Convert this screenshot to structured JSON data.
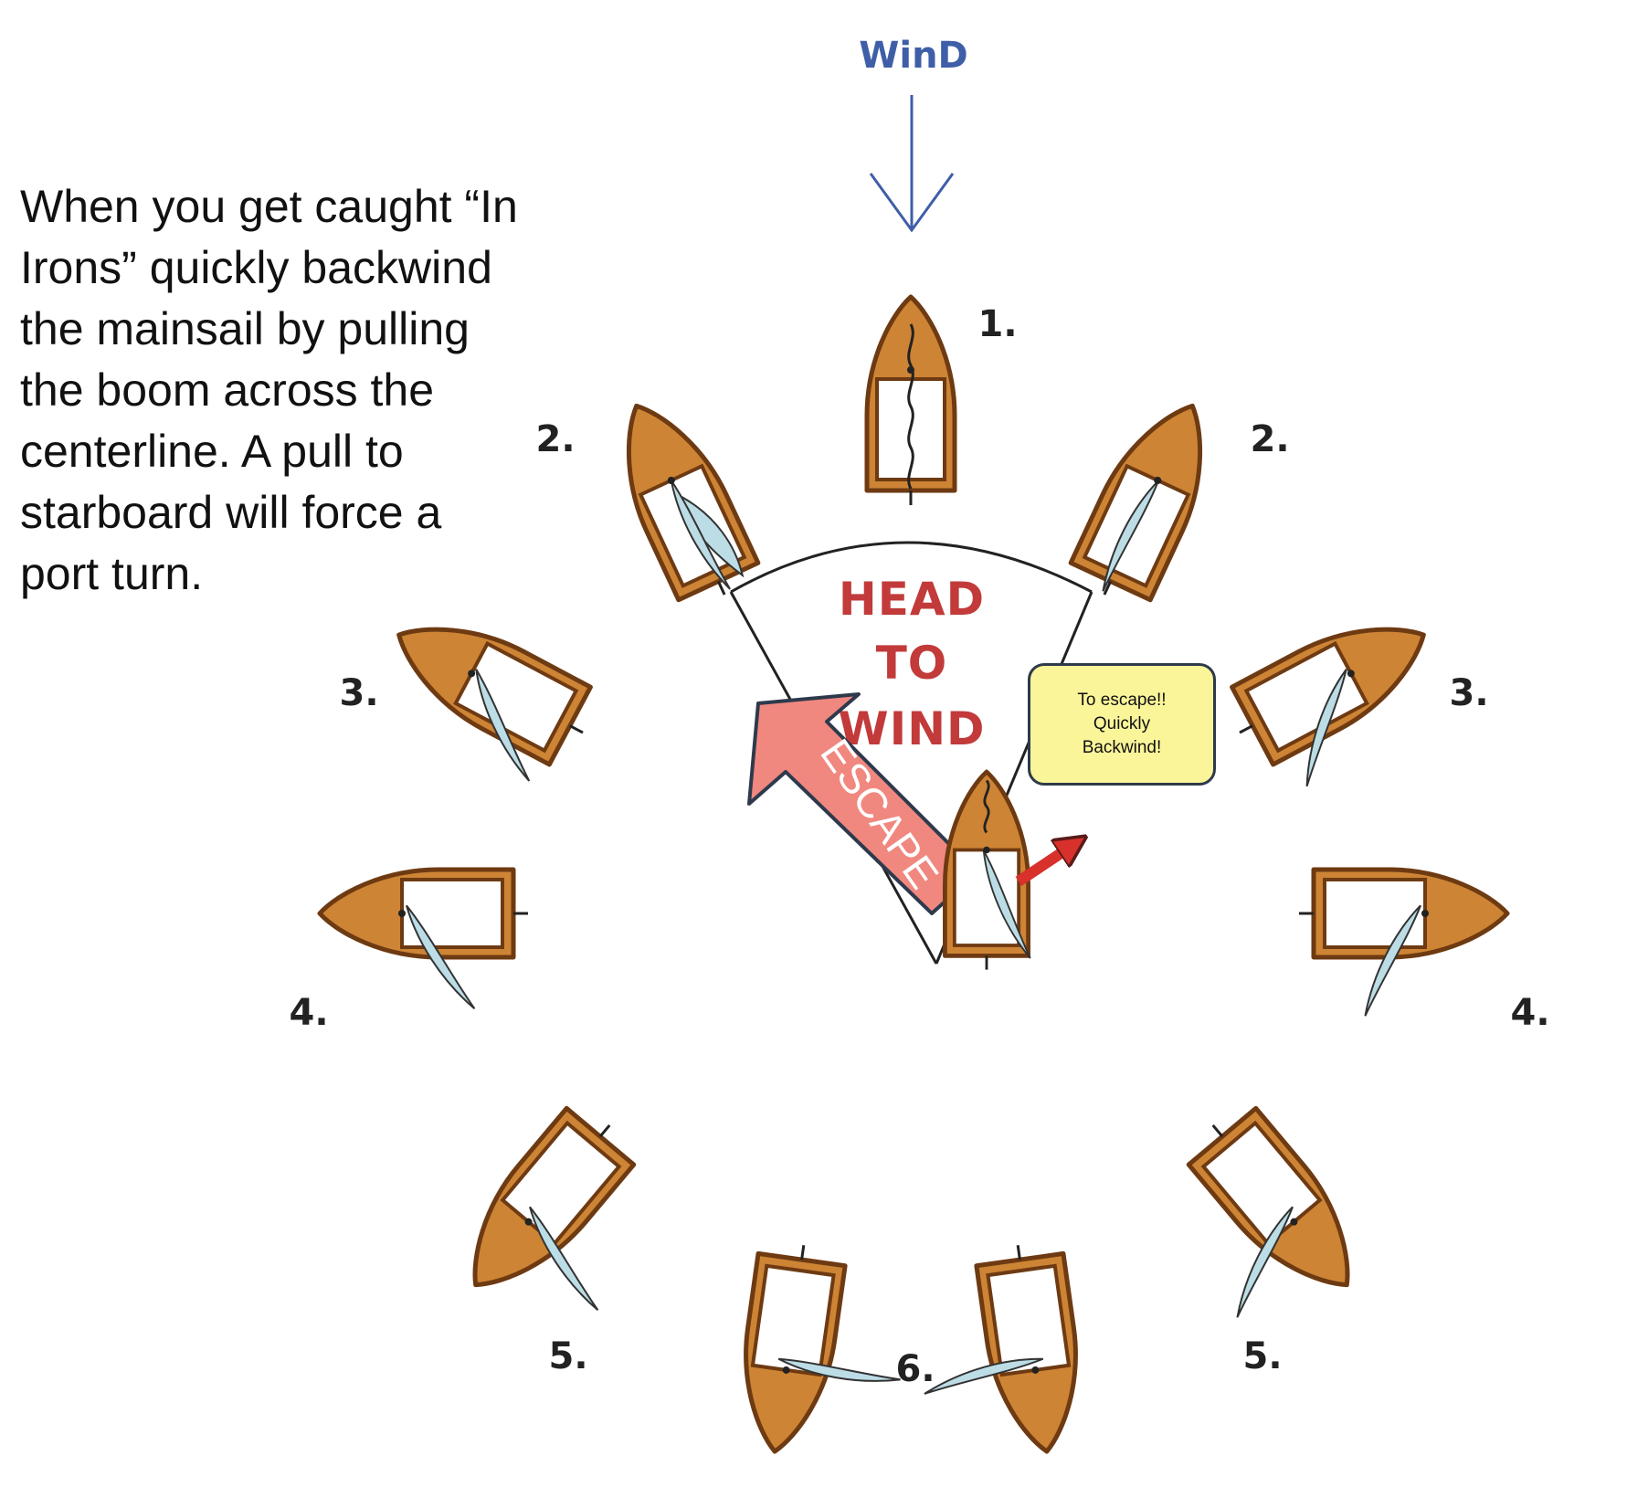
{
  "instruction_lines": [
    "When you get caught “In",
    "Irons” quickly backwind",
    "the mainsail by pulling",
    "the boom across the",
    "centerline. A pull to",
    "starboard will force a",
    "port turn."
  ],
  "wind_label": "WinD",
  "head_to_wind": [
    "HEAD",
    "TO",
    "WIND"
  ],
  "escape_label": "ESCAPE",
  "callout_lines": [
    "To escape!!",
    "Quickly",
    "Backwind!"
  ],
  "position_labels": {
    "p1": "1.",
    "p2_left": "2.",
    "p2_right": "2.",
    "p3_left": "3.",
    "p3_right": "3.",
    "p4_left": "4.",
    "p4_right": "4.",
    "p5_left": "5.",
    "p5_right": "5.",
    "p6": "6."
  },
  "colors": {
    "hull": "#cd8434",
    "hull_outline": "#6e3a12",
    "sail": "#bcdde6",
    "wind_arrow": "#3f5ea8",
    "escape_arrow": "#f08880",
    "head_to_wind_text": "#c23a3a",
    "callout_bg": "#fbf59a",
    "pull_arrow": "#d8302a"
  }
}
